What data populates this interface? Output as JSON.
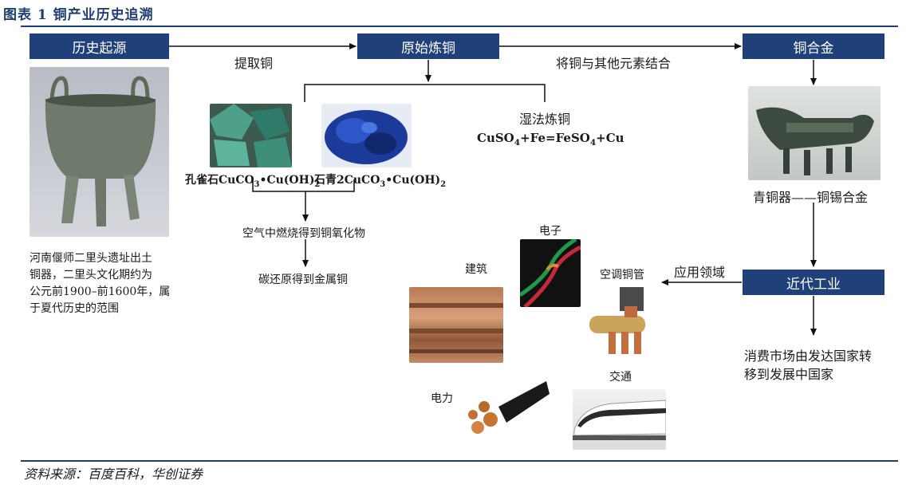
{
  "figure": {
    "title": "图表 1  铜产业历史追溯",
    "source": "资料来源：百度百科，华创证券"
  },
  "boxes": {
    "history_origin": "历史起源",
    "raw_smelting": "原始炼铜",
    "copper_alloy": "铜合金",
    "modern_industry": "近代工业"
  },
  "arrows": {
    "extract_copper": "提取铜",
    "combine_elements": "将铜与其他元素结合",
    "application_fields": "应用领域"
  },
  "history_note": [
    "河南偃师二里头遗址出土",
    "铜器，二里头文化期约为",
    "公元前1900–前1600年，属",
    "于夏代历史的范围"
  ],
  "minerals": {
    "malachite": "孔雀石CuCO3•Cu(OH)2",
    "azurite": "石青2CuCO3•Cu(OH)2"
  },
  "wet_smelting": {
    "label": "湿法炼铜",
    "formula": "CuSO4+Fe=FeSO4+Cu"
  },
  "process": {
    "step1": "空气中燃烧得到铜氧化物",
    "step2": "碳还原得到金属铜"
  },
  "bronze_caption": "青铜器——铜锡合金",
  "market_note": [
    "消费市场由发达国家转",
    "移到发展中国家"
  ],
  "applications": {
    "electronics": "电子",
    "construction": "建筑",
    "ac_pipe": "空调铜管",
    "power": "电力",
    "transport": "交通"
  },
  "colors": {
    "box": "#20407a",
    "rule": "#1f3f73",
    "title": "#1f3f73"
  }
}
